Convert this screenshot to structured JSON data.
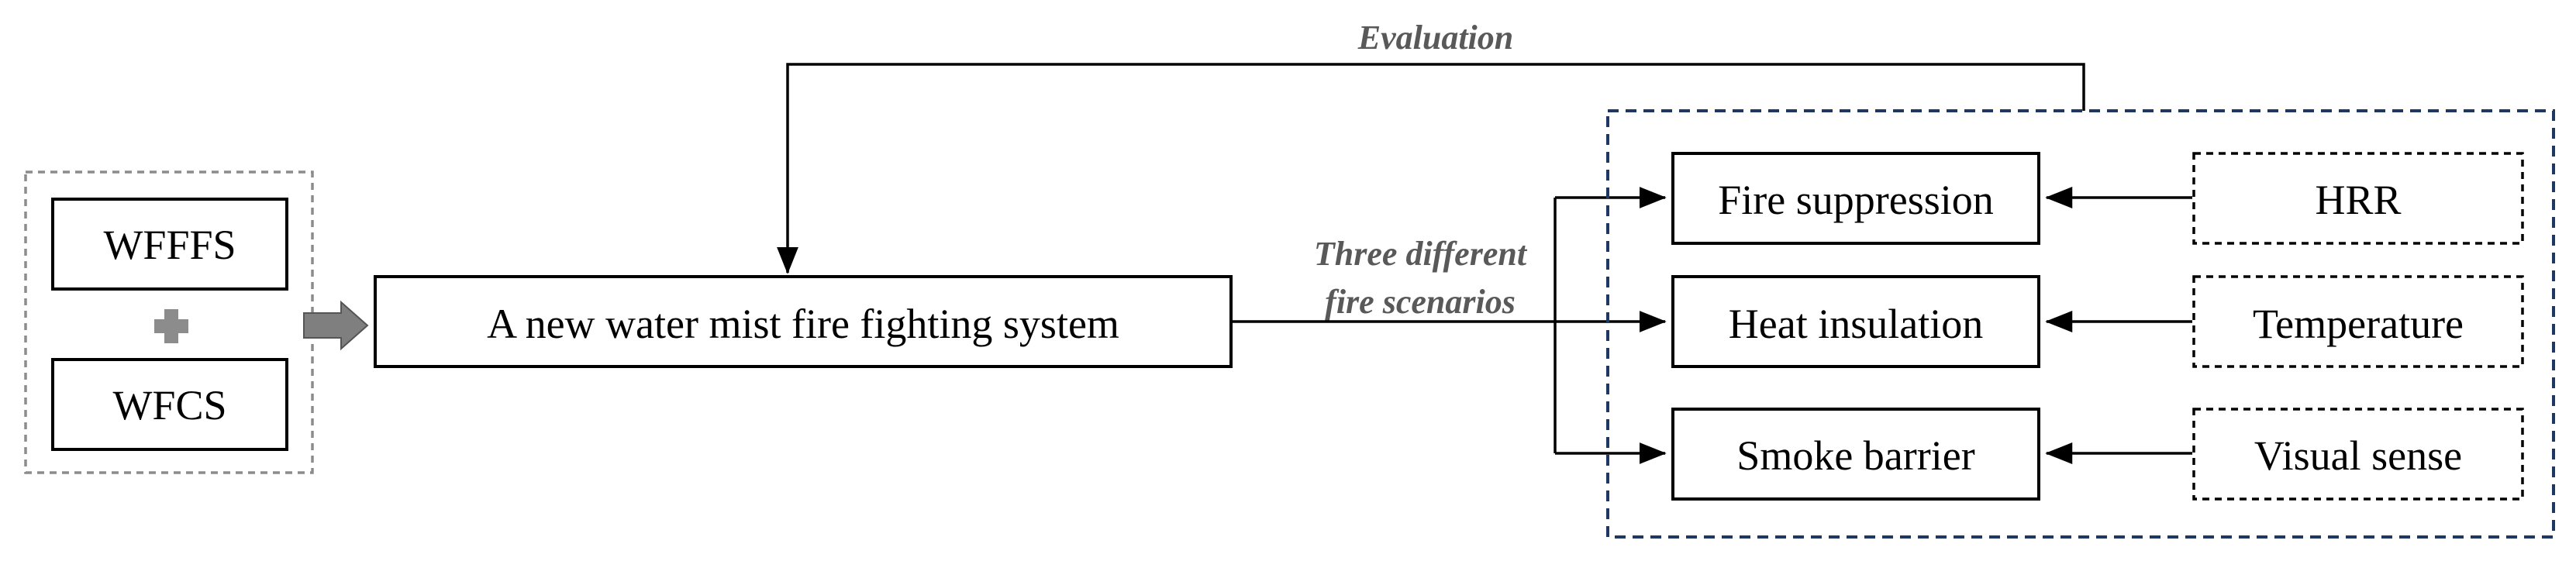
{
  "inputs": {
    "top_label": "WFFFS",
    "bottom_label": "WFCS",
    "combine_symbol": "plus-icon",
    "combine_color": "#8c8c8c"
  },
  "system": {
    "label": "A new water mist fire fighting system"
  },
  "scenario_note": {
    "line1": "Three different",
    "line2": "fire scenarios"
  },
  "feedback_note": {
    "label": "Evaluation"
  },
  "functions": [
    {
      "label": "Fire suppression"
    },
    {
      "label": "Heat insulation"
    },
    {
      "label": "Smoke barrier"
    }
  ],
  "metrics": [
    {
      "label": "HRR"
    },
    {
      "label": "Temperature"
    },
    {
      "label": "Visual sense"
    }
  ],
  "colors": {
    "note_text": "#595959",
    "outer_group_border": "#1f3763",
    "input_group_border": "#8c8c8c",
    "arrow_fill": "#7f7f7f"
  }
}
